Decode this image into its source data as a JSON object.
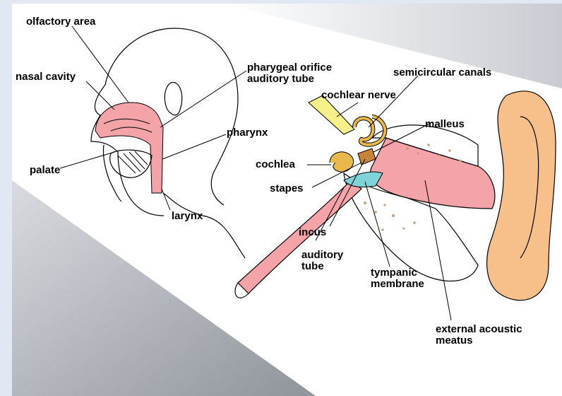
{
  "diagram": {
    "labels": {
      "olfactory_area": "olfactory area",
      "nasal_cavity": "nasal cavity",
      "palate": "palate",
      "pharyngeal_orifice_line1": "pharygeal orifice",
      "pharyngeal_orifice_line2": "auditory tube",
      "pharynx": "pharynx",
      "larynx": "larynx",
      "semicircular_canals": "semicircular canals",
      "cochlear_nerve": "cochlear nerve",
      "malleus": "malleus",
      "cochlea": "cochlea",
      "stapes": "stapes",
      "incus": "incus",
      "auditory_tube_line1": "auditory",
      "auditory_tube_line2": "tube",
      "tympanic_membrane_line1": "tympanic",
      "tympanic_membrane_line2": "membrane",
      "external_meatus_line1": "external acoustic",
      "external_meatus_line2": "meatus"
    },
    "colors": {
      "frame": "#dfe8f3",
      "pink": "#f4a3a8",
      "ear_skin": "#f7c08a",
      "nerve": "#f6f08a",
      "cochlea": "#e8b84a",
      "membrane": "#80d4d8",
      "grey_band": "#b8bcc2"
    }
  }
}
